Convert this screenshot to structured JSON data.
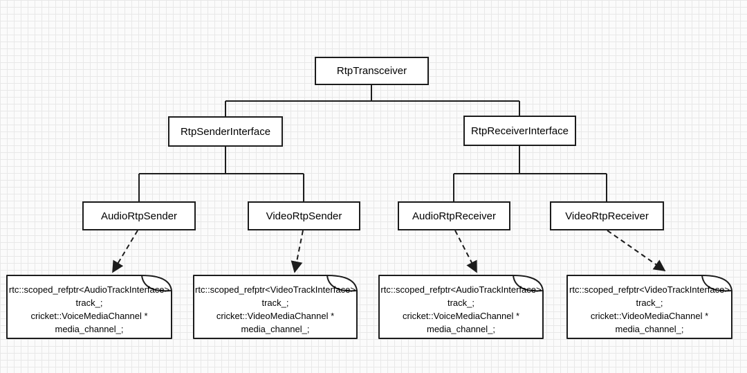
{
  "diagram": {
    "nodes": {
      "rtpTransceiver": {
        "label": "RtpTransceiver"
      },
      "rtpSenderInterface": {
        "label": "RtpSenderInterface"
      },
      "rtpReceiverInterface": {
        "label": "RtpReceiverInterface"
      },
      "audioRtpSender": {
        "label": "AudioRtpSender"
      },
      "videoRtpSender": {
        "label": "VideoRtpSender"
      },
      "audioRtpReceiver": {
        "label": "AudioRtpReceiver"
      },
      "videoRtpReceiver": {
        "label": "VideoRtpReceiver"
      }
    },
    "notes": [
      {
        "lines": [
          "rtc::scoped_refptr<AudioTrackInterface>",
          "track_;",
          "cricket::VoiceMediaChannel *",
          "media_channel_;"
        ]
      },
      {
        "lines": [
          "rtc::scoped_refptr<VideoTrackInterface>",
          "track_;",
          "cricket::VideoMediaChannel *",
          "media_channel_;"
        ]
      },
      {
        "lines": [
          "rtc::scoped_refptr<AudioTrackInterface>",
          "track_;",
          "cricket::VoiceMediaChannel *",
          "media_channel_;"
        ]
      },
      {
        "lines": [
          "rtc::scoped_refptr<VideoTrackInterface>",
          "track_;",
          "cricket::VideoMediaChannel *",
          "media_channel_;"
        ]
      }
    ],
    "colors": {
      "stroke": "#1c1c1c",
      "fill": "#ffffff",
      "background": "#fbfbfb",
      "grid": "#e8e8e8",
      "text": "#000000"
    }
  }
}
